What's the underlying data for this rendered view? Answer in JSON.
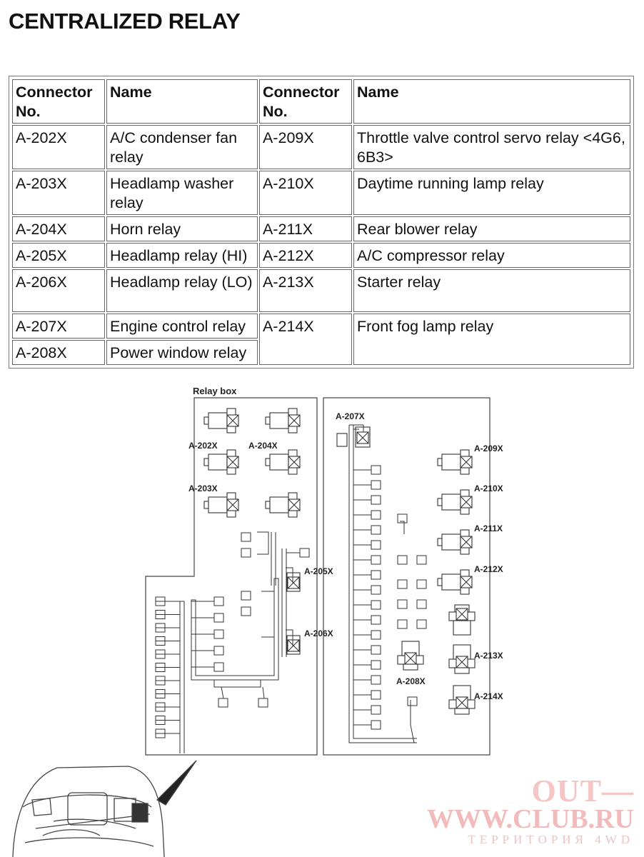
{
  "page": {
    "title": "CENTRALIZED RELAY"
  },
  "table": {
    "headers": [
      "Connector No.",
      "Name",
      "Connector No.",
      "Name"
    ],
    "left_rows": [
      {
        "connector": "A-202X",
        "name": "A/C condenser fan relay"
      },
      {
        "connector": "A-203X",
        "name": "Headlamp washer relay"
      },
      {
        "connector": "A-204X",
        "name": "Horn relay"
      },
      {
        "connector": "A-205X",
        "name": "Headlamp relay (HI)"
      },
      {
        "connector": "A-206X",
        "name": "Headlamp relay (LO)"
      },
      {
        "connector": "A-207X",
        "name": "Engine control relay"
      },
      {
        "connector": "A-208X",
        "name": "Power window relay"
      }
    ],
    "right_rows": [
      {
        "connector": "A-209X",
        "name": "Throttle valve control servo relay <4G6, 6B3>"
      },
      {
        "connector": "A-210X",
        "name": "Daytime running lamp relay"
      },
      {
        "connector": "A-211X",
        "name": "Rear blower relay"
      },
      {
        "connector": "A-212X",
        "name": "A/C compressor relay"
      },
      {
        "connector": "A-213X",
        "name": "Starter relay"
      },
      {
        "connector": "A-214X",
        "name": "Front fog lamp relay"
      }
    ]
  },
  "diagram": {
    "box_label": "Relay box",
    "labels": {
      "a202": "A-202X",
      "a203": "A-203X",
      "a204": "A-204X",
      "a205": "A-205X",
      "a206": "A-206X",
      "a207": "A-207X",
      "a208": "A-208X",
      "a209": "A-209X",
      "a210": "A-210X",
      "a211": "A-211X",
      "a212": "A-212X",
      "a213": "A-213X",
      "a214": "A-214X"
    }
  },
  "watermark": {
    "line1": "OUT—",
    "line2": "WWW.CLUB.RU",
    "line3": "ТЕРРИТОРИЯ 4WD"
  }
}
